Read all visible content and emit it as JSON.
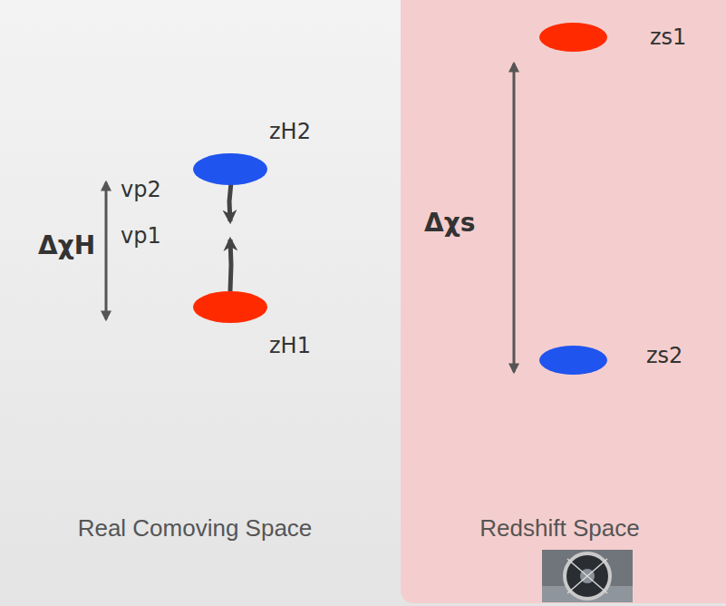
{
  "diagram": {
    "nodes": [
      {
        "text": [
          "zH2"
        ]
      },
      {
        "text": [
          "zH1"
        ]
      },
      {
        "text": [
          "Redshift Space"
        ]
      },
      {
        "text": [
          "zs1"
        ],
        "in": 2
      },
      {
        "text": [
          "zs2"
        ],
        "in": 2
      }
    ],
    "labels": [
      "ΔχH",
      "vp2",
      "vp1",
      "Real Comoving Space",
      "Δχs"
    ]
  }
}
